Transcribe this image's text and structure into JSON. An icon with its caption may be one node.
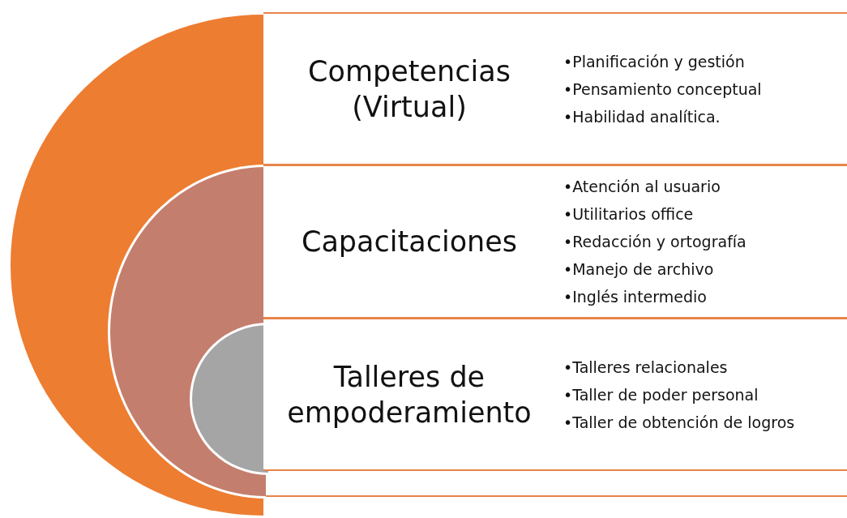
{
  "diagram": {
    "nodes": [
      {
        "text": [],
        "shape": "circle"
      },
      {
        "text": [],
        "shape": "circle",
        "in": 0
      },
      {
        "text": [],
        "shape": "circle",
        "in": 1
      },
      {
        "text": [
          "Competencias (Virtual)",
          "•Planificación y gestión",
          "•Pensamiento conceptual",
          "•Habilidad analítica."
        ]
      },
      {
        "text": [
          "Capacitaciones",
          "•Atención al usuario",
          "•Utilitarios office",
          "•Redacción y ortografía",
          "•Manejo de archivo",
          "•Inglés intermedio"
        ]
      },
      {
        "text": [
          "Talleres de empoderamiento",
          "•Talleres relacionales",
          "•Taller de poder personal",
          "•Taller de obtención de logros"
        ]
      }
    ],
    "edges": []
  }
}
